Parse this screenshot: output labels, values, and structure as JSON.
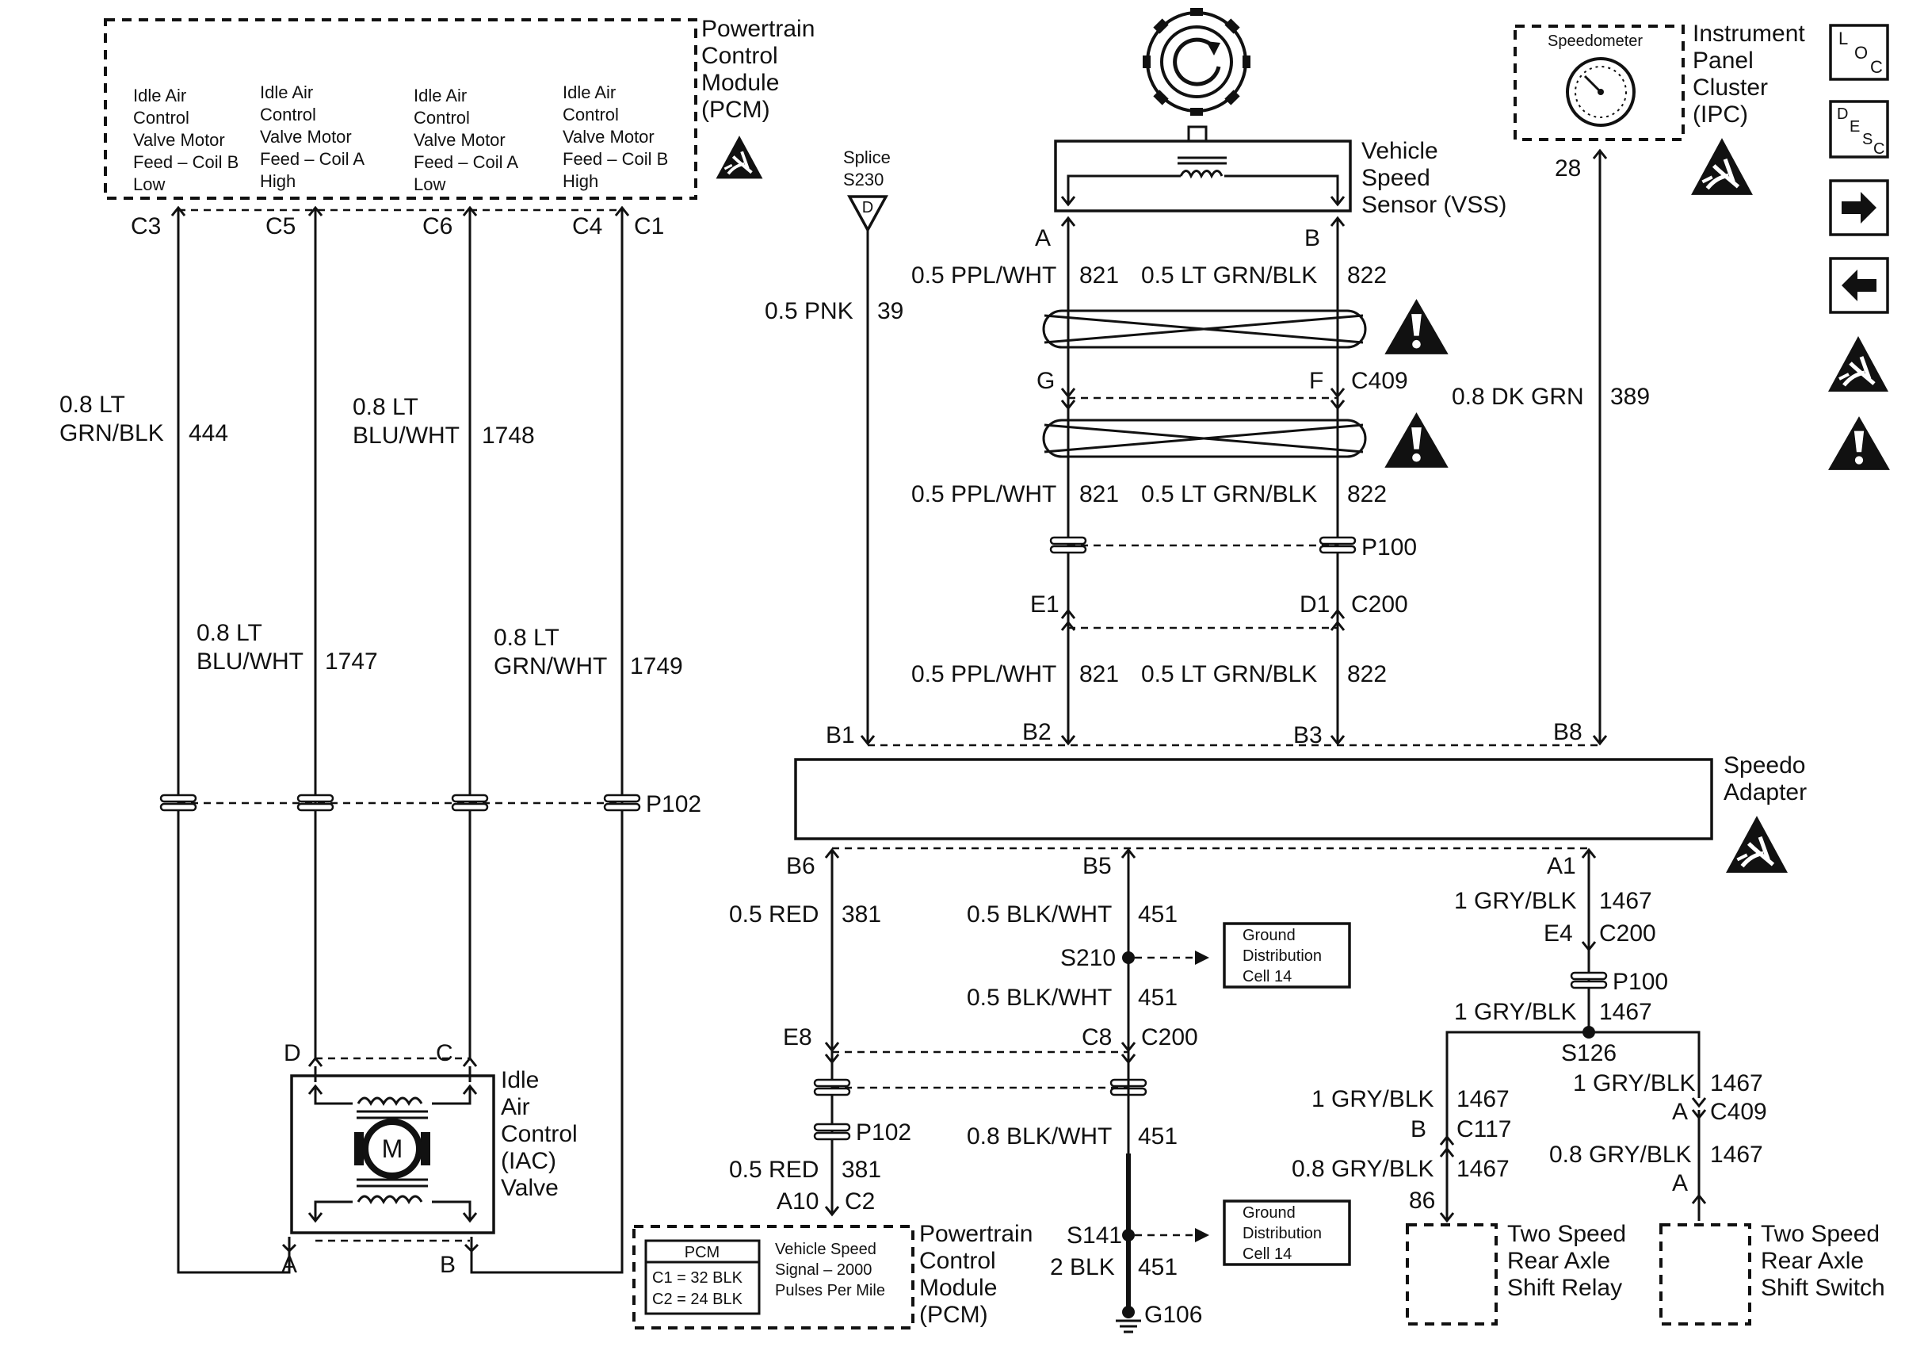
{
  "pcm_top": {
    "title": [
      "Powertrain",
      "Control",
      "Module",
      "(PCM)"
    ],
    "feeds": [
      [
        "Idle Air",
        "Control",
        "Valve Motor",
        "Feed – Coil B",
        "Low"
      ],
      [
        "Idle Air",
        "Control",
        "Valve Motor",
        "Feed – Coil A",
        "High"
      ],
      [
        "Idle Air",
        "Control",
        "Valve Motor",
        "Feed – Coil A",
        "Low"
      ],
      [
        "Idle Air",
        "Control",
        "Valve Motor",
        "Feed – Coil B",
        "High"
      ]
    ],
    "pins": [
      "C3",
      "C5",
      "C6",
      "C4",
      "C1"
    ]
  },
  "iac_wires": {
    "w444": [
      "0.8 LT",
      "GRN/BLK",
      "444"
    ],
    "w1748": [
      "0.8 LT",
      "BLU/WHT",
      "1748"
    ],
    "w1747": [
      "0.8 LT",
      "BLU/WHT",
      "1747"
    ],
    "w1749": [
      "0.8 LT",
      "GRN/WHT",
      "1749"
    ],
    "p102": "P102"
  },
  "iac": {
    "title": [
      "Idle",
      "Air",
      "Control",
      "(IAC)",
      "Valve"
    ],
    "pins": [
      "D",
      "C",
      "A",
      "B"
    ],
    "motor": "M"
  },
  "splice": {
    "label": [
      "Splice",
      "S230"
    ],
    "letter": "D",
    "wire_color": "0.5 PNK",
    "wire_num": "39"
  },
  "vss": {
    "title": [
      "Vehicle",
      "Speed",
      "Sensor (VSS)"
    ],
    "pins": [
      "A",
      "B"
    ],
    "wire_ppl": "0.5 PPL/WHT",
    "num_ppl": "821",
    "wire_grn": "0.5 LT GRN/BLK",
    "num_grn": "822",
    "c409_pins": [
      "G",
      "F"
    ],
    "c409": "C409",
    "p100": "P100",
    "c200_pins": [
      "E1",
      "D1"
    ],
    "c200": "C200"
  },
  "ipc": {
    "title": [
      "Instrument",
      "Panel",
      "Cluster",
      "(IPC)"
    ],
    "gauge": "Speedometer",
    "pin": "28",
    "wire_color": "0.8 DK GRN",
    "wire_num": "389"
  },
  "adapter": {
    "title": [
      "Speedo",
      "Adapter"
    ],
    "top_pins": [
      "B1",
      "B2",
      "B3",
      "B8"
    ],
    "bottom_pins": [
      "B6",
      "B5",
      "A1"
    ]
  },
  "bottom_left": {
    "wire_color": "0.5 RED",
    "wire_num": "381",
    "e8": "E8",
    "p102": "P102",
    "pins": [
      "A10",
      "C2"
    ]
  },
  "ground": {
    "wire_color": "0.5 BLK/WHT",
    "wire_color2": "0.8 BLK/WHT",
    "wire_color3": "2 BLK",
    "wire_num": "451",
    "s210": "S210",
    "s141": "S141",
    "c8": "C8",
    "c200": "C200",
    "g106": "G106",
    "cell": [
      "Ground",
      "Distribution",
      "Cell 14"
    ]
  },
  "pcm_bottom": {
    "title": [
      "Powertrain",
      "Control",
      "Module",
      "(PCM)"
    ],
    "table_head": "PCM",
    "table_rows": [
      "C1 = 32 BLK",
      "C2 = 24 BLK"
    ],
    "signal": [
      "Vehicle Speed",
      "Signal – 2000",
      "Pulses Per Mile"
    ]
  },
  "right_branch": {
    "wire_color": "1 GRY/BLK",
    "wire_color2": "0.8 GRY/BLK",
    "wire_num": "1467",
    "e4": "E4",
    "c200": "C200",
    "p100": "P100",
    "s126": "S126",
    "relay_pins": [
      "B",
      "C117",
      "86"
    ],
    "switch_pins": [
      "A",
      "C409",
      "A"
    ],
    "relay": [
      "Two Speed",
      "Rear Axle",
      "Shift Relay"
    ],
    "switch": [
      "Two Speed",
      "Rear Axle",
      "Shift Switch"
    ]
  },
  "legend": {
    "loc": [
      "L",
      "O",
      "C"
    ],
    "desc": [
      "D",
      "E",
      "S",
      "C"
    ]
  }
}
